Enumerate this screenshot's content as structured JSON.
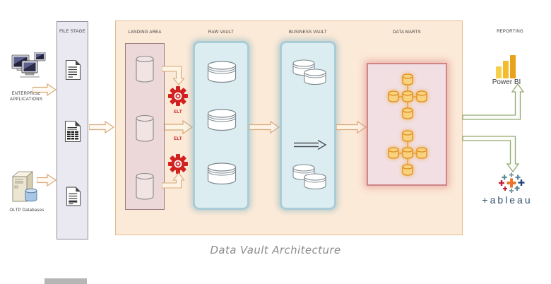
{
  "diagram": {
    "title": "Data Vault Architecture"
  },
  "sources": {
    "enterprise": {
      "label": "ENTERPRISE APPLICATIONS",
      "icon": "workstations-icon"
    },
    "oltp": {
      "label": "OLTP Databases",
      "icon": "database-server-icon"
    }
  },
  "file_stage": {
    "label": "FILE STAGE",
    "document_icons": [
      "text-document-icon",
      "spreadsheet-document-icon",
      "text-document-icon"
    ]
  },
  "pipeline": {
    "landing_area": {
      "label": "LANDING AREA",
      "icon": "database-cylinder-icon"
    },
    "elt": {
      "top_label": "ELT",
      "bottom_label": "ELT",
      "icon": "gear-icon"
    },
    "raw_vault": {
      "label": "RAW VAULT",
      "icon": "database-cylinder-icon"
    },
    "business_vault": {
      "label": "BUSINESS VAULT",
      "icon": "database-pair-icon"
    },
    "data_marts": {
      "label": "DATA MARTS",
      "icon": "star-schema-icon"
    }
  },
  "reporting": {
    "label": "REPORTING",
    "power_bi": {
      "label": "Power BI",
      "icon": "power-bi-bars-icon"
    },
    "tableau": {
      "label": "+ableau",
      "icon": "tableau-sparkle-icon"
    }
  },
  "colors": {
    "container_fill": "#fcead8",
    "container_border": "#e3bd92",
    "landing_fill": "#ecd8d8",
    "vault_fill": "#dcedf2",
    "vault_glow": "#a9ccd6",
    "data_marts_fill": "#f1dfe3",
    "data_marts_glow": "#cd8585",
    "gear_red": "#d2201f",
    "arrow_orange": "#d9a878",
    "arrow_green": "#93aa74",
    "star_yellow": "#e8a23a",
    "title_gray": "#8c8c8c"
  }
}
